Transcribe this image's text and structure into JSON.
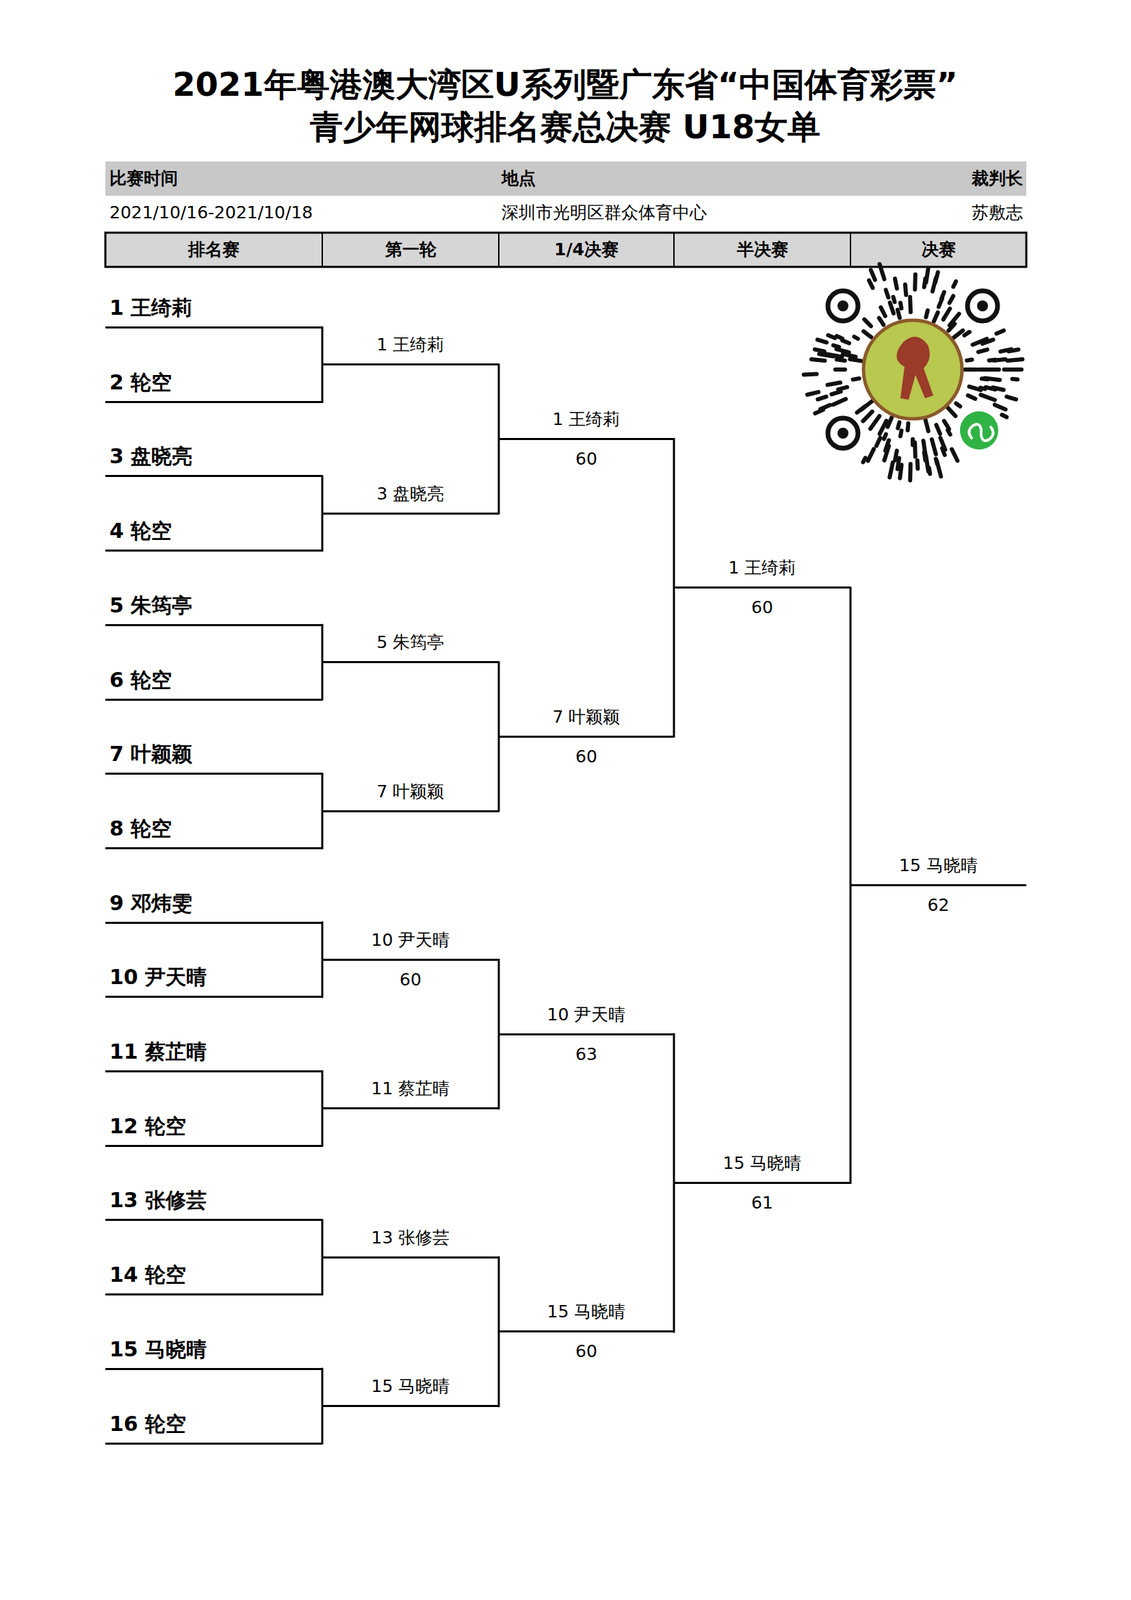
{
  "diagram": {
    "title": "2021年粤港澳大湾区U系列暨广东省“中国体育彩票” 青少年网球排名赛总决赛 U18女单",
    "nodes": [
      {
        "text": [
          "1 王绮莉"
        ]
      },
      {
        "text": [
          "2 轮空"
        ]
      },
      {
        "text": [
          "3 盘晓亮"
        ]
      },
      {
        "text": [
          "4 轮空"
        ]
      },
      {
        "text": [
          "5 朱筠亭"
        ]
      },
      {
        "text": [
          "6 轮空"
        ]
      },
      {
        "text": [
          "7 叶颖颖"
        ]
      },
      {
        "text": [
          "8 轮空"
        ]
      },
      {
        "text": [
          "9 邓炜雯"
        ]
      },
      {
        "text": [
          "10 尹天晴"
        ]
      },
      {
        "text": [
          "11 蔡芷晴"
        ]
      },
      {
        "text": [
          "12 轮空"
        ]
      },
      {
        "text": [
          "13 张修芸"
        ]
      },
      {
        "text": [
          "14 轮空"
        ]
      },
      {
        "text": [
          "15 马晓晴"
        ]
      },
      {
        "text": [
          "16 轮空"
        ]
      },
      {
        "text": [
          "1 王绮莉"
        ]
      },
      {
        "text": [
          "3 盘晓亮"
        ]
      },
      {
        "text": [
          "5 朱筠亭"
        ]
      },
      {
        "text": [
          "7 叶颖颖"
        ]
      },
      {
        "text": [
          "10 尹天晴",
          "60"
        ]
      },
      {
        "text": [
          "11 蔡芷晴"
        ]
      },
      {
        "text": [
          "13 张修芸"
        ]
      },
      {
        "text": [
          "15 马晓晴"
        ]
      },
      {
        "text": [
          "1 王绮莉",
          "60"
        ]
      },
      {
        "text": [
          "7 叶颖颖",
          "60"
        ]
      },
      {
        "text": [
          "10 尹天晴",
          "63"
        ]
      },
      {
        "text": [
          "15 马晓晴",
          "60"
        ]
      },
      {
        "text": [
          "1 王绮莉",
          "60"
        ]
      },
      {
        "text": [
          "15 马晓晴",
          "61"
        ]
      },
      {
        "text": [
          "15 马晓晴",
          "62"
        ]
      }
    ],
    "edges": [
      {
        "from": 0,
        "to": 16,
        "arrow": "none"
      },
      {
        "from": 1,
        "to": 16,
        "arrow": "none"
      },
      {
        "from": 2,
        "to": 17,
        "arrow": "none"
      },
      {
        "from": 3,
        "to": 17,
        "arrow": "none"
      },
      {
        "from": 4,
        "to": 18,
        "arrow": "none"
      },
      {
        "from": 5,
        "to": 18,
        "arrow": "none"
      },
      {
        "from": 6,
        "to": 19,
        "arrow": "none"
      },
      {
        "from": 7,
        "to": 19,
        "arrow": "none"
      },
      {
        "from": 8,
        "to": 20,
        "arrow": "none"
      },
      {
        "from": 9,
        "to": 20,
        "arrow": "none"
      },
      {
        "from": 10,
        "to": 21,
        "arrow": "none"
      },
      {
        "from": 11,
        "to": 21,
        "arrow": "none"
      },
      {
        "from": 12,
        "to": 22,
        "arrow": "none"
      },
      {
        "from": 13,
        "to": 22,
        "arrow": "none"
      },
      {
        "from": 14,
        "to": 23,
        "arrow": "none"
      },
      {
        "from": 15,
        "to": 23,
        "arrow": "none"
      },
      {
        "from": 16,
        "to": 24,
        "arrow": "none"
      },
      {
        "from": 17,
        "to": 24,
        "arrow": "none"
      },
      {
        "from": 18,
        "to": 25,
        "arrow": "none"
      },
      {
        "from": 19,
        "to": 25,
        "arrow": "none"
      },
      {
        "from": 20,
        "to": 26,
        "arrow": "none"
      },
      {
        "from": 21,
        "to": 26,
        "arrow": "none"
      },
      {
        "from": 22,
        "to": 27,
        "arrow": "none"
      },
      {
        "from": 23,
        "to": 27,
        "arrow": "none"
      },
      {
        "from": 24,
        "to": 28,
        "arrow": "none"
      },
      {
        "from": 25,
        "to": 28,
        "arrow": "none"
      },
      {
        "from": 26,
        "to": 29,
        "arrow": "none"
      },
      {
        "from": 27,
        "to": 29,
        "arrow": "none"
      },
      {
        "from": 28,
        "to": 30,
        "arrow": "none"
      },
      {
        "from": 29,
        "to": 30,
        "arrow": "none"
      }
    ],
    "labels": [
      "比赛时间",
      "地点",
      "裁判长",
      "2021/10/16-2021/10/18",
      "深圳市光明区群众体育中心",
      "苏敷志",
      "排名赛",
      "第一轮",
      "1/4决赛",
      "半决赛",
      "决赛"
    ]
  }
}
